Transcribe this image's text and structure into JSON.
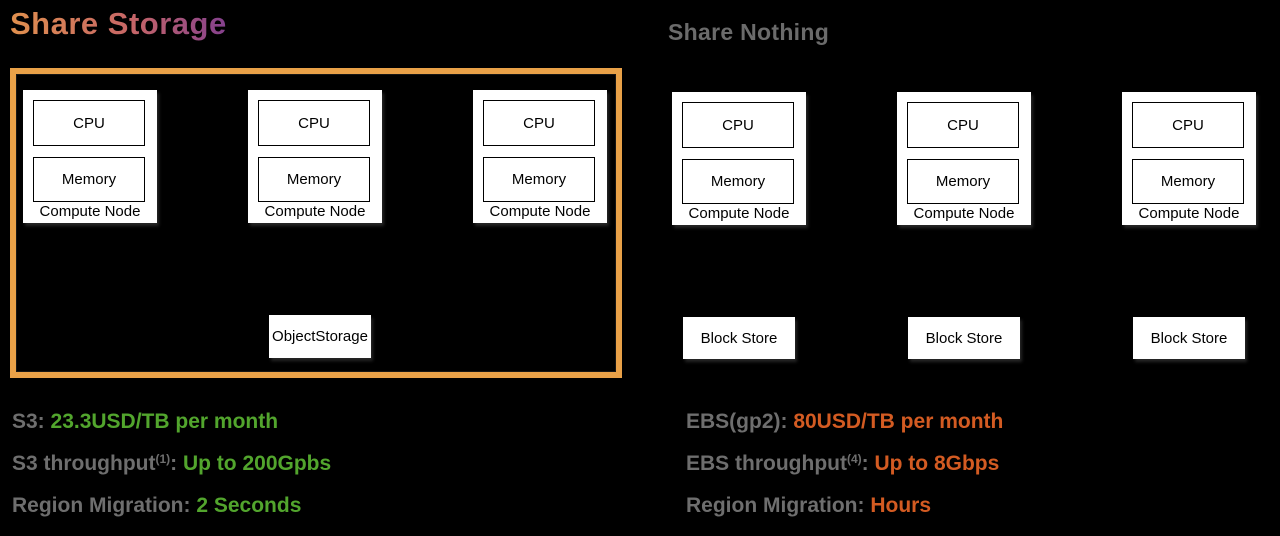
{
  "colors": {
    "background": "#000000",
    "container_border": "#E9A148",
    "green_accent": "#52A52D",
    "orange_accent": "#D35B22",
    "gray_text": "#6E6E6E",
    "title_gradient_start": "#E0904E",
    "title_gradient_end": "#84408E"
  },
  "titles": {
    "left": "Share Storage",
    "right": "Share Nothing"
  },
  "node": {
    "cpu": "CPU",
    "memory": "Memory",
    "label": "Compute Node"
  },
  "storage": {
    "object": "ObjectStorage",
    "block": "Block Store"
  },
  "stats": {
    "left": [
      {
        "prefix": "S3: ",
        "sup": "",
        "sep": "",
        "value": "23.3USD/TB per month"
      },
      {
        "prefix": "S3 throughput",
        "sup": "(1)",
        "sep": ": ",
        "value": "Up to 200Gpbs"
      },
      {
        "prefix": "Region Migration: ",
        "sup": "",
        "sep": "",
        "value": "2 Seconds"
      }
    ],
    "right": [
      {
        "prefix": "EBS(gp2): ",
        "sup": "",
        "sep": "",
        "value": "80USD/TB per month"
      },
      {
        "prefix": "EBS throughput",
        "sup": "(4)",
        "sep": ": ",
        "value": "Up to 8Gbps"
      },
      {
        "prefix": "Region Migration: ",
        "sup": "",
        "sep": "",
        "value": "Hours"
      }
    ]
  }
}
